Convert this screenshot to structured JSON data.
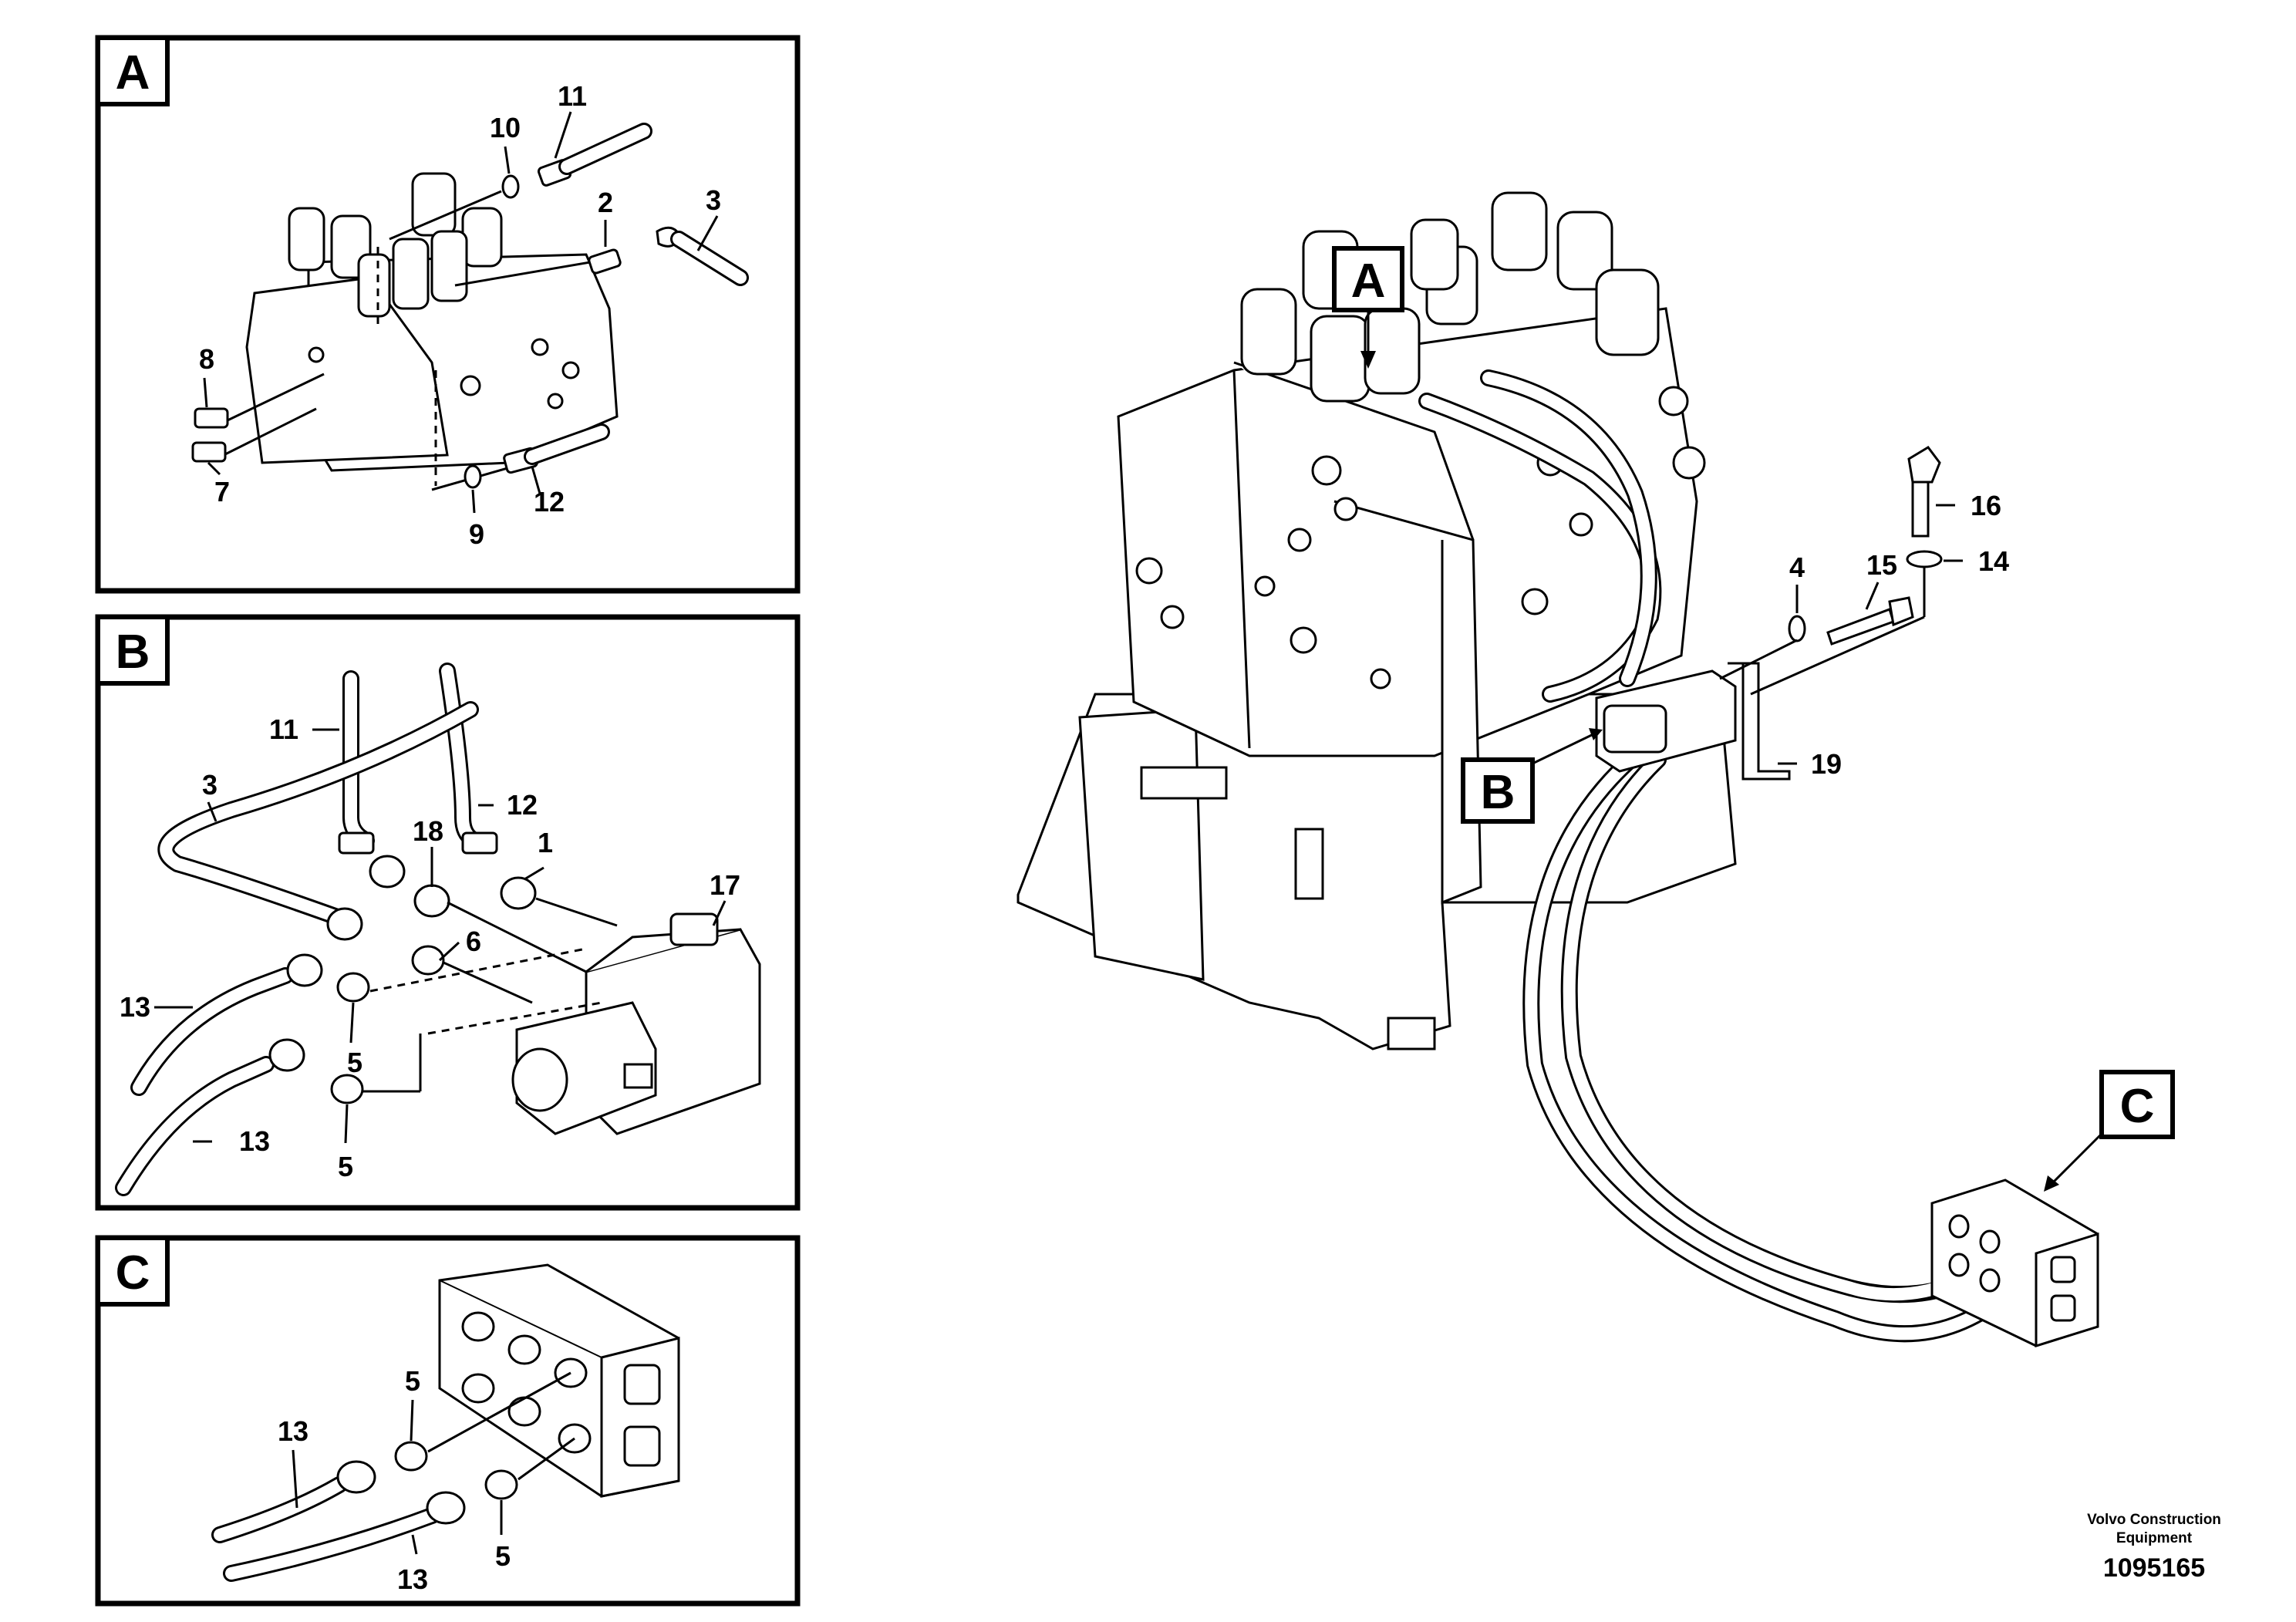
{
  "panels": {
    "A": {
      "tag": "A"
    },
    "B": {
      "tag": "B"
    },
    "C": {
      "tag": "C"
    }
  },
  "main_tags": {
    "A": "A",
    "B": "B",
    "C": "C"
  },
  "callouts": {
    "panelA": [
      "10",
      "11",
      "2",
      "3",
      "8",
      "7",
      "9",
      "12"
    ],
    "panelB": [
      "11",
      "12",
      "3",
      "18",
      "1",
      "17",
      "6",
      "13",
      "5",
      "5",
      "13"
    ],
    "panelC": [
      "5",
      "13",
      "13",
      "5"
    ],
    "main": [
      "16",
      "4",
      "15",
      "14",
      "19"
    ]
  },
  "credit": {
    "line1": "Volvo Construction",
    "line2": "Equipment"
  },
  "doc_number": "1095165",
  "colors": {
    "ink": "#000000",
    "paper": "#ffffff"
  }
}
